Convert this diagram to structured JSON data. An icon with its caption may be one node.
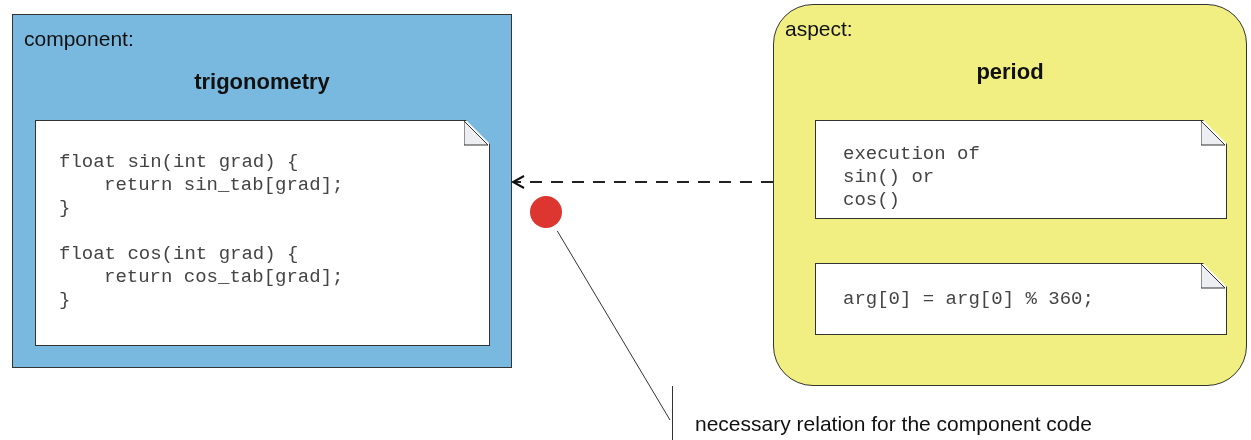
{
  "diagram": {
    "nodes": [
      {
        "text": [
          "component:",
          "trigonometry"
        ]
      },
      {
        "text": [
          "float sin(int grad) {",
          "return sin_tab[grad];",
          "}",
          "float cos(int grad) {",
          "return cos_tab[grad];",
          "}"
        ],
        "in": 0
      },
      {
        "text": [
          "aspect:",
          "period"
        ]
      },
      {
        "text": [
          "execution of sin() or cos()"
        ],
        "in": 2
      },
      {
        "text": [
          "arg[0] = arg[0] % 360;"
        ],
        "in": 2
      },
      {
        "text": [],
        "shape": "circle"
      },
      {
        "text": [
          "necessary relation for the component code"
        ]
      }
    ],
    "edges": [
      {
        "from": 2,
        "to": 0,
        "arrow": "to",
        "style": "dashed"
      },
      {
        "from": 6,
        "to": 5,
        "arrow": "none"
      }
    ]
  }
}
